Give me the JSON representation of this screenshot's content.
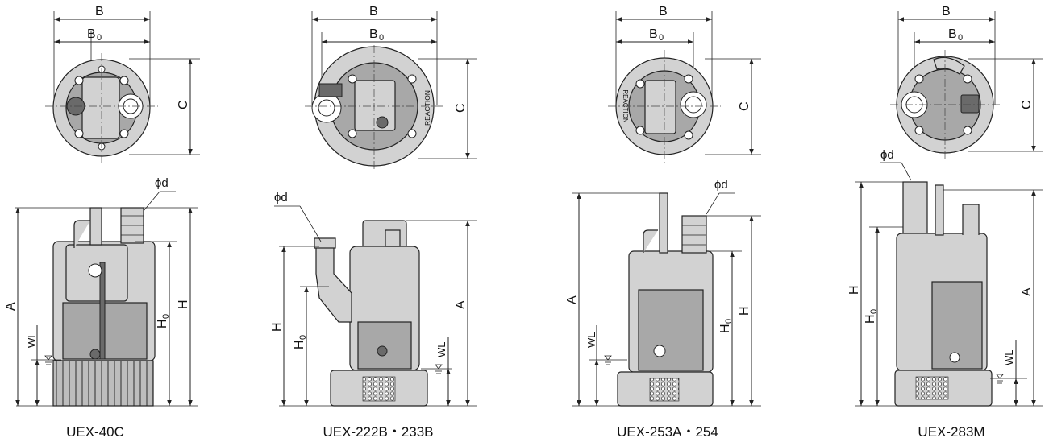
{
  "labels": {
    "B": "B",
    "B0": "B",
    "B0_sub": "0",
    "C": "C",
    "A": "A",
    "H": "H",
    "H0": "H",
    "H0_sub": "0",
    "WL": "WL",
    "phi_d": "ϕd"
  },
  "pumps": [
    {
      "model": "UEX-40C"
    },
    {
      "model": "UEX-222B・233B",
      "side_text": "REACTION"
    },
    {
      "model": "UEX-253A・254",
      "side_text": "REACTION"
    },
    {
      "model": "UEX-283M"
    }
  ]
}
